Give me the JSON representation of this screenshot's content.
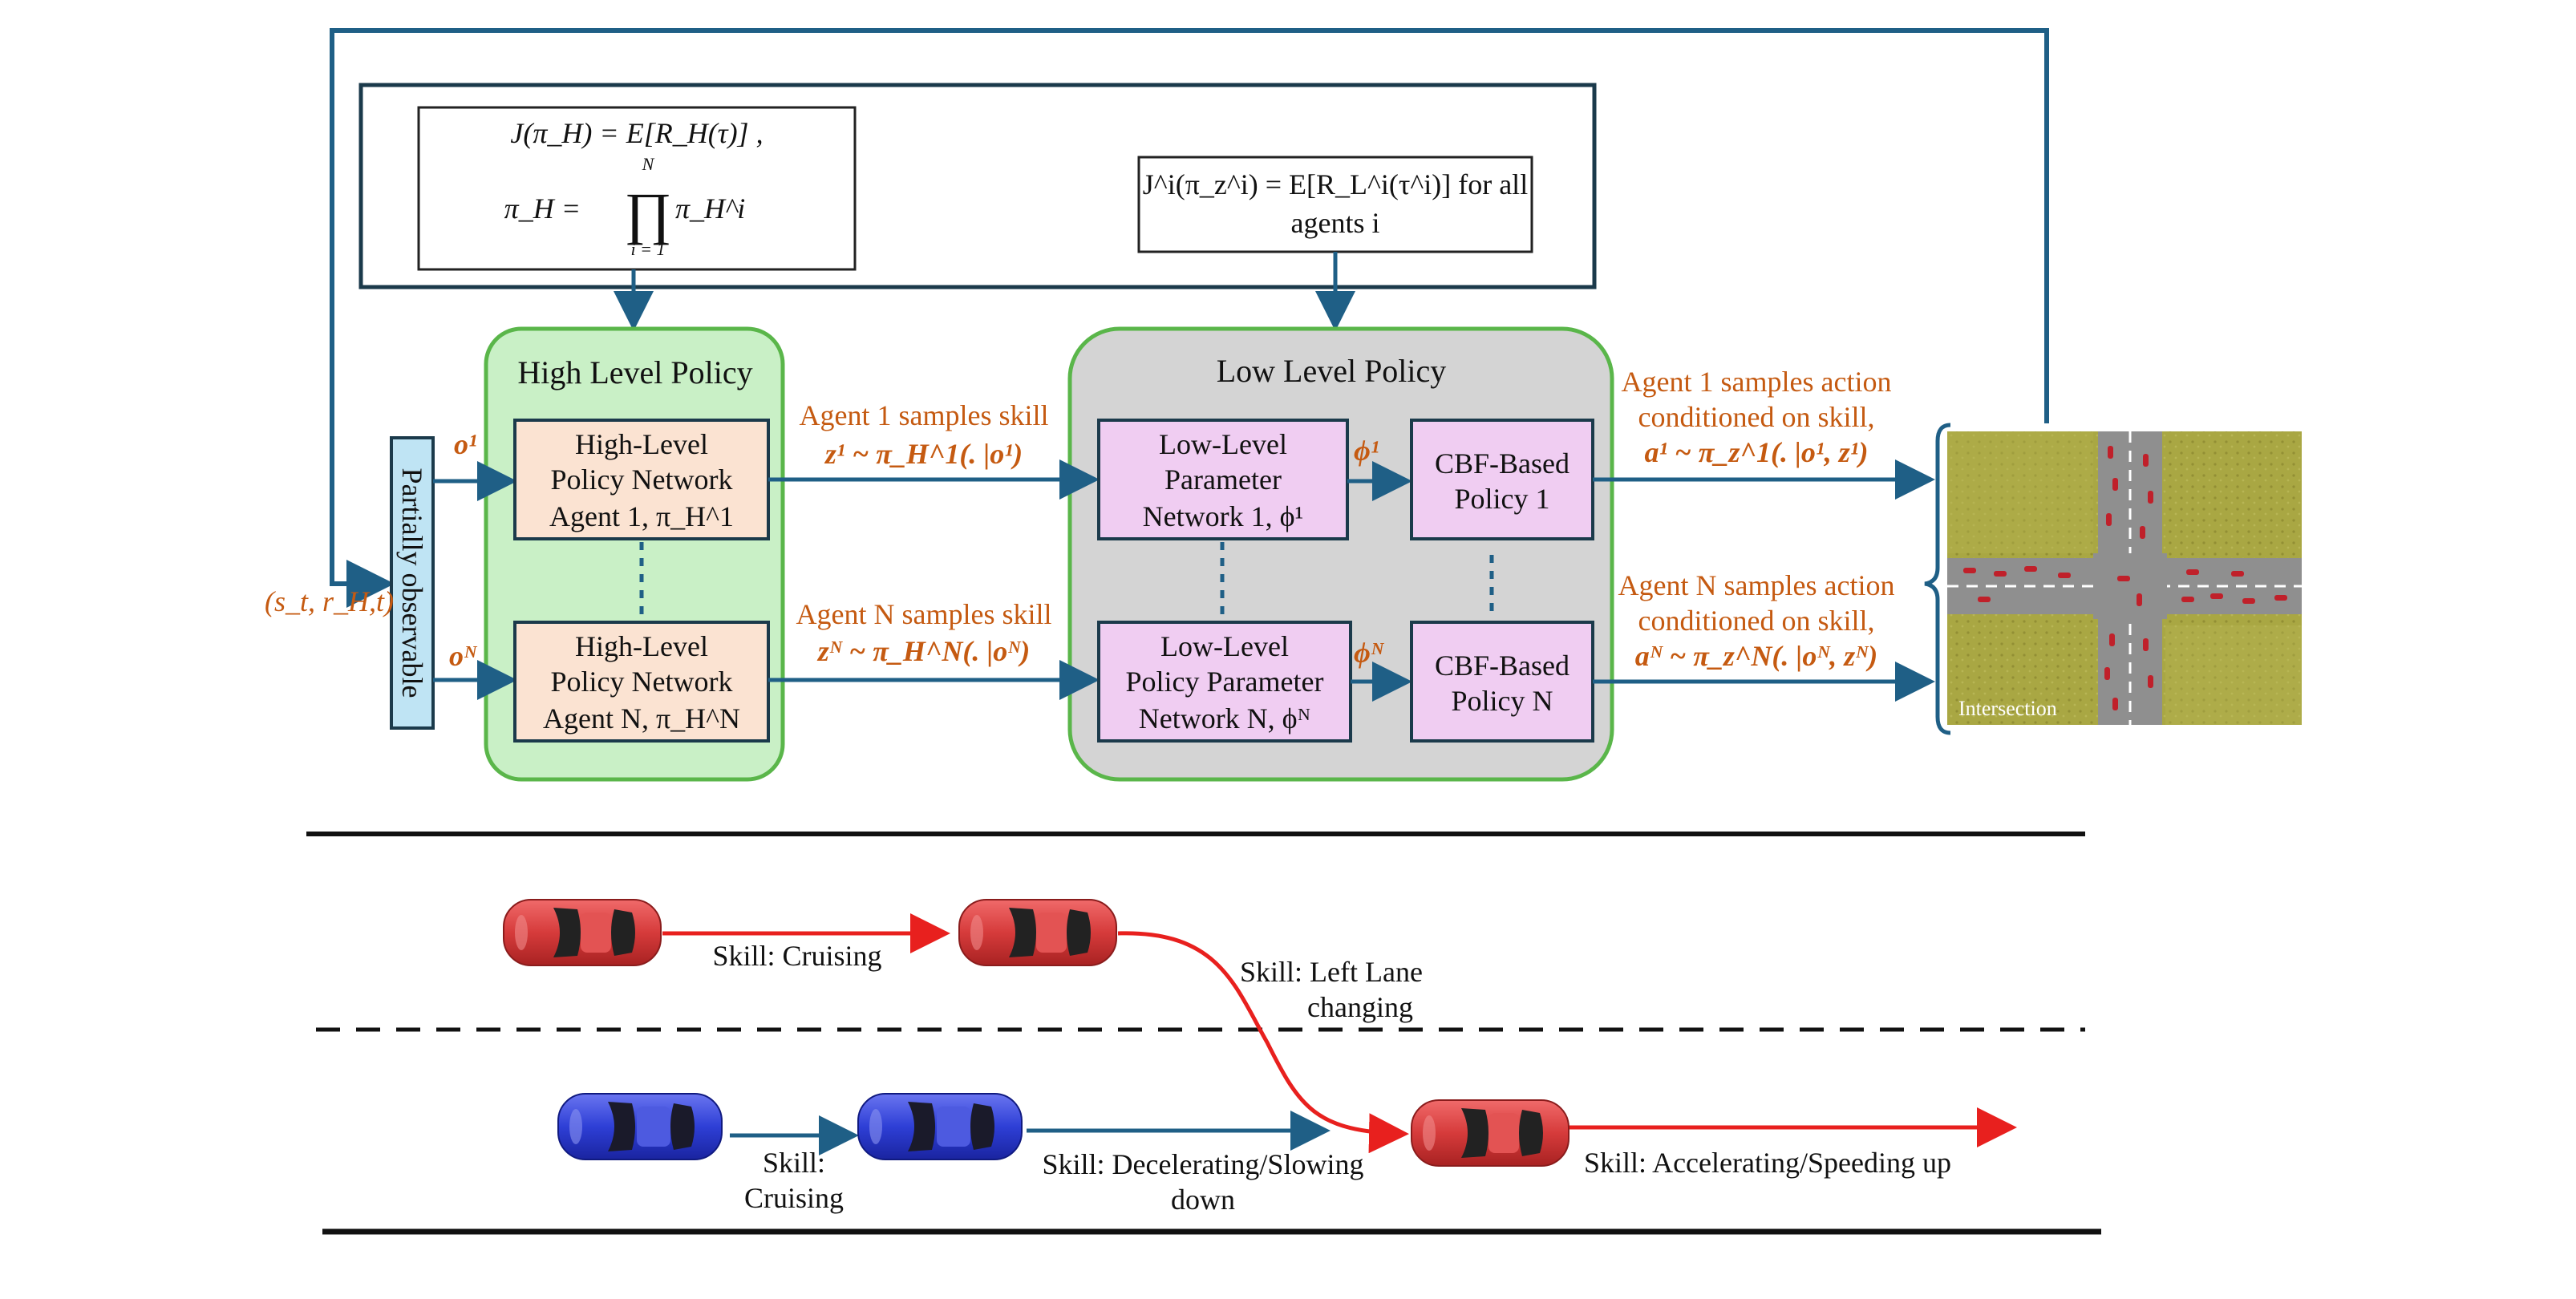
{
  "colors": {
    "arrow_blue": "#1f5f86",
    "orange_text": "#c55a11",
    "green_panel": "#c9f0c6",
    "green_border": "#5ab64a",
    "gray_panel": "#d4d4d4",
    "peach_box": "#fbe3d2",
    "pink_box": "#f0cdf2",
    "obs_box": "#bfe4f4",
    "red_car": "#d63b3b",
    "blue_car": "#2e3fd6",
    "red_line": "#e8201e"
  },
  "objective_high": {
    "line1": "J(π_H) = E[R_H(τ)] ,",
    "line2_lhs": "π_H =",
    "line2_prod": "∏",
    "line2_top": "N",
    "line2_bottom": "i = 1",
    "line2_rhs": "π_H^i"
  },
  "objective_low": {
    "line1": "J^i(π_z^i) = E[R_L^i(τ^i)] for all",
    "line2": "agents i"
  },
  "high_level_policy": {
    "title": "High Level Policy",
    "net1": [
      "High-Level",
      "Policy Network",
      "Agent 1, π_H^1"
    ],
    "netN": [
      "High-Level",
      "Policy Network",
      "Agent N, π_H^N"
    ]
  },
  "low_level_policy": {
    "title": "Low Level Policy",
    "net1": [
      "Low-Level",
      "Parameter",
      "Network 1, ϕ¹"
    ],
    "netN": [
      "Low-Level",
      "Policy Parameter",
      "Network N, ϕᴺ"
    ],
    "cbf1": [
      "CBF-Based",
      "Policy 1"
    ],
    "cbfN": [
      "CBF-Based",
      "Policy N"
    ]
  },
  "observation": {
    "box_label": "Partially observable",
    "state_label": "(s_t, r_H,t)",
    "o1": "o¹",
    "oN": "oᴺ",
    "phi1": "ϕ¹",
    "phiN": "ϕᴺ"
  },
  "skill_sampling": {
    "agent1_line1": "Agent 1 samples skill",
    "agent1_line2": "z¹ ~ π_H^1(. |o¹)",
    "agentN_line1": "Agent N samples skill",
    "agentN_line2": "zᴺ ~ π_H^N(. |oᴺ)"
  },
  "action_sampling": {
    "agent1_line1": "Agent 1 samples action",
    "agent1_line2": "conditioned on skill,",
    "agent1_line3": "a¹ ~ π_z^1(. |o¹, z¹)",
    "agentN_line1": "Agent N samples action",
    "agentN_line2": "conditioned on skill,",
    "agentN_line3": "aᴺ ~ π_z^N(. |oᴺ, zᴺ)"
  },
  "environment": {
    "label": "Intersection"
  },
  "skills_scene": {
    "cruising_red": "Skill: Cruising",
    "left_lane_line1": "Skill: Left Lane",
    "left_lane_line2": "changing",
    "cruising_blue_line1": "Skill:",
    "cruising_blue_line2": "Cruising",
    "decel_line1": "Skill: Decelerating/Slowing",
    "decel_line2": "down",
    "accel": "Skill: Accelerating/Speeding up"
  }
}
